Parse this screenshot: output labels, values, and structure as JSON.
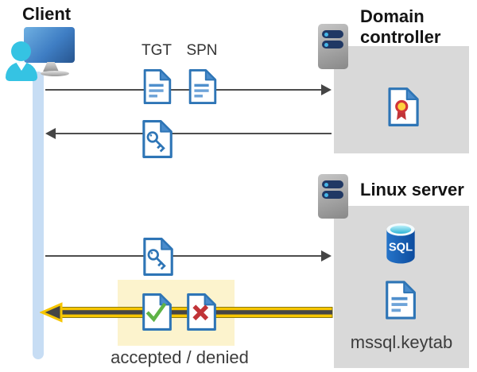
{
  "client": {
    "label": "Client"
  },
  "domain_controller": {
    "title": "Domain controller"
  },
  "linux_server": {
    "title": "Linux server",
    "sql_badge": "SQL",
    "keytab_label": "mssql.keytab"
  },
  "tickets": {
    "tgt_label": "TGT",
    "spn_label": "SPN"
  },
  "result": {
    "label": "accepted / denied"
  },
  "icons": {
    "client": "person-at-monitor-icon",
    "domain_controller": "server-icon",
    "linux_server": "server-icon",
    "tgt": "document-icon",
    "spn": "document-icon",
    "ticket": "key-document-icon",
    "certificate": "certificate-document-icon",
    "database": "sql-database-icon",
    "keytab": "document-icon",
    "accepted": "check-document-icon",
    "denied": "cross-document-icon"
  },
  "colors": {
    "doc_blue": "#2e75b6",
    "doc_line_blue": "#4f8fcc",
    "panel_gray": "#d9d9d9",
    "server_navy": "#203864",
    "server_dot_blue": "#45b6e8",
    "person_cyan": "#35c3e3",
    "lifeline_blue": "#c7ddf4",
    "arrow_gray": "#4d4d4d",
    "result_yellow": "#f7c600",
    "highlight_cream": "#fcf3cd",
    "check_green": "#5fb346",
    "cross_red": "#c13438",
    "cert_red": "#d13438",
    "cert_gold": "#ffd23e",
    "sql_blue": "#1a63bd",
    "sql_cyan": "#2cb3d4"
  }
}
